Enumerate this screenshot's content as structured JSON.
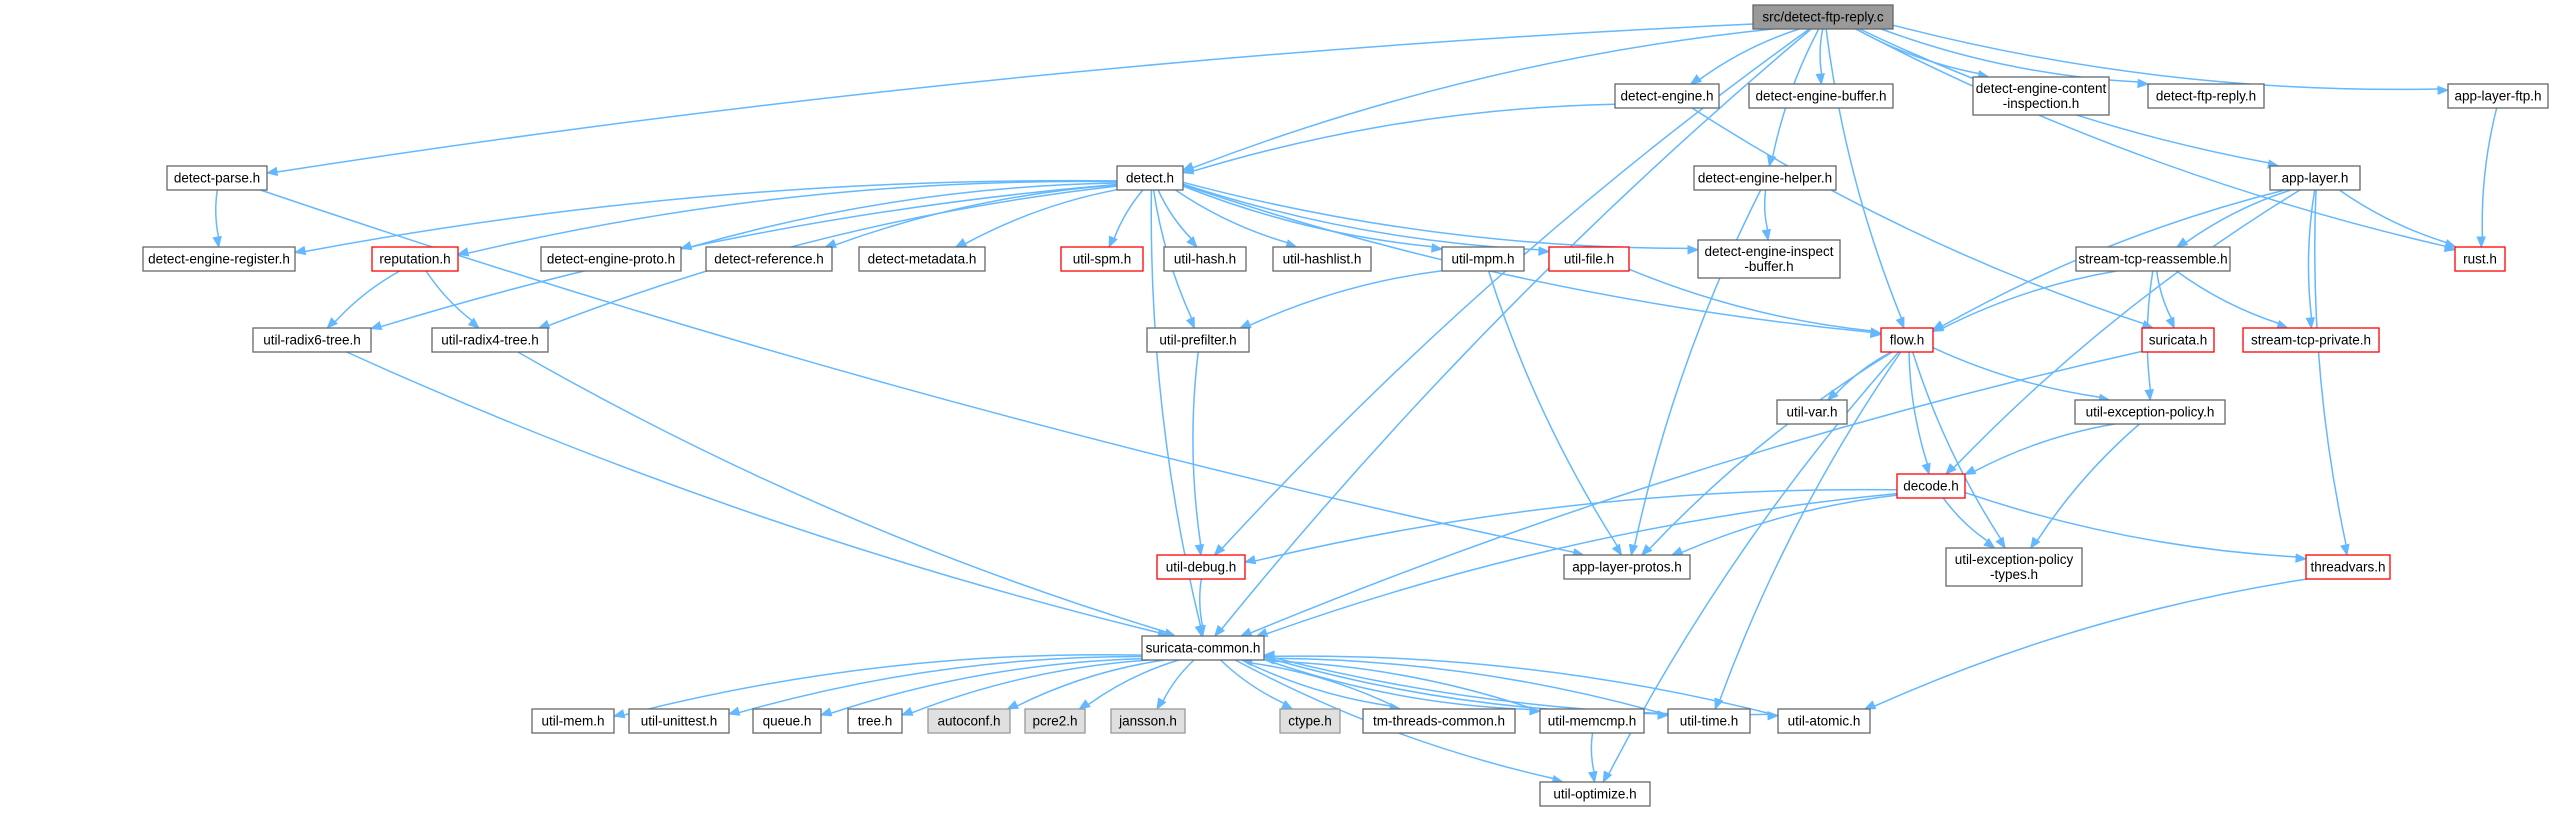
{
  "colors": {
    "edge": "#63b8ff",
    "node_fill": "#ffffff",
    "node_border": "#666666",
    "node_border_incomplete": "#ff0000",
    "node_fill_external": "#e0e0e0",
    "node_border_external": "#999999",
    "root_fill": "#999999",
    "root_border": "#666666"
  },
  "graph": {
    "title": "src/detect-ftp-reply.c",
    "nodes": [
      {
        "id": "root",
        "label": "src/detect-ftp-reply.c",
        "style": "root"
      },
      {
        "id": "detect-engine-h",
        "label": "detect-engine.h",
        "style": "normal"
      },
      {
        "id": "detect-engine-buffer-h",
        "label": "detect-engine-buffer.h",
        "style": "normal"
      },
      {
        "id": "detect-engine-content-inspection-h",
        "label": [
          "detect-engine-content",
          "-inspection.h"
        ],
        "style": "normal"
      },
      {
        "id": "detect-ftp-reply-h",
        "label": "detect-ftp-reply.h",
        "style": "normal"
      },
      {
        "id": "app-layer-ftp-h",
        "label": "app-layer-ftp.h",
        "style": "normal"
      },
      {
        "id": "detect-parse-h",
        "label": "detect-parse.h",
        "style": "normal"
      },
      {
        "id": "detect-h",
        "label": "detect.h",
        "style": "normal"
      },
      {
        "id": "detect-engine-helper-h",
        "label": "detect-engine-helper.h",
        "style": "normal"
      },
      {
        "id": "app-layer-h",
        "label": "app-layer.h",
        "style": "normal"
      },
      {
        "id": "detect-engine-register-h",
        "label": "detect-engine-register.h",
        "style": "normal"
      },
      {
        "id": "reputation-h",
        "label": "reputation.h",
        "style": "incomplete"
      },
      {
        "id": "detect-engine-proto-h",
        "label": "detect-engine-proto.h",
        "style": "normal"
      },
      {
        "id": "detect-reference-h",
        "label": "detect-reference.h",
        "style": "normal"
      },
      {
        "id": "detect-metadata-h",
        "label": "detect-metadata.h",
        "style": "normal"
      },
      {
        "id": "util-spm-h",
        "label": "util-spm.h",
        "style": "incomplete"
      },
      {
        "id": "util-hash-h",
        "label": "util-hash.h",
        "style": "normal"
      },
      {
        "id": "util-hashlist-h",
        "label": "util-hashlist.h",
        "style": "normal"
      },
      {
        "id": "util-mpm-h",
        "label": "util-mpm.h",
        "style": "normal"
      },
      {
        "id": "util-file-h",
        "label": "util-file.h",
        "style": "incomplete"
      },
      {
        "id": "detect-engine-inspect-buffer-h",
        "label": [
          "detect-engine-inspect",
          "-buffer.h"
        ],
        "style": "normal"
      },
      {
        "id": "stream-tcp-reassemble-h",
        "label": "stream-tcp-reassemble.h",
        "style": "normal"
      },
      {
        "id": "rust-h",
        "label": "rust.h",
        "style": "incomplete"
      },
      {
        "id": "util-radix6-tree-h",
        "label": "util-radix6-tree.h",
        "style": "normal"
      },
      {
        "id": "util-radix4-tree-h",
        "label": "util-radix4-tree.h",
        "style": "normal"
      },
      {
        "id": "util-prefilter-h",
        "label": "util-prefilter.h",
        "style": "normal"
      },
      {
        "id": "flow-h",
        "label": "flow.h",
        "style": "incomplete"
      },
      {
        "id": "suricata-h",
        "label": "suricata.h",
        "style": "incomplete"
      },
      {
        "id": "stream-tcp-private-h",
        "label": "stream-tcp-private.h",
        "style": "incomplete"
      },
      {
        "id": "util-var-h",
        "label": "util-var.h",
        "style": "normal"
      },
      {
        "id": "util-exception-policy-h",
        "label": "util-exception-policy.h",
        "style": "normal"
      },
      {
        "id": "decode-h",
        "label": "decode.h",
        "style": "incomplete"
      },
      {
        "id": "util-debug-h",
        "label": "util-debug.h",
        "style": "incomplete"
      },
      {
        "id": "app-layer-protos-h",
        "label": "app-layer-protos.h",
        "style": "normal"
      },
      {
        "id": "util-exception-policy-types-h",
        "label": [
          "util-exception-policy",
          "-types.h"
        ],
        "style": "normal"
      },
      {
        "id": "threadvars-h",
        "label": "threadvars.h",
        "style": "incomplete"
      },
      {
        "id": "suricata-common-h",
        "label": "suricata-common.h",
        "style": "normal"
      },
      {
        "id": "util-mem-h",
        "label": "util-mem.h",
        "style": "normal"
      },
      {
        "id": "util-unittest-h",
        "label": "util-unittest.h",
        "style": "normal"
      },
      {
        "id": "queue-h",
        "label": "queue.h",
        "style": "normal"
      },
      {
        "id": "tree-h",
        "label": "tree.h",
        "style": "normal"
      },
      {
        "id": "autoconf-h",
        "label": "autoconf.h",
        "style": "external"
      },
      {
        "id": "pcre2-h",
        "label": "pcre2.h",
        "style": "external"
      },
      {
        "id": "jansson-h",
        "label": "jansson.h",
        "style": "external"
      },
      {
        "id": "ctype-h",
        "label": "ctype.h",
        "style": "external"
      },
      {
        "id": "tm-threads-common-h",
        "label": "tm-threads-common.h",
        "style": "normal"
      },
      {
        "id": "util-memcmp-h",
        "label": "util-memcmp.h",
        "style": "normal"
      },
      {
        "id": "util-time-h",
        "label": "util-time.h",
        "style": "normal"
      },
      {
        "id": "util-atomic-h",
        "label": "util-atomic.h",
        "style": "normal"
      },
      {
        "id": "util-optimize-h",
        "label": "util-optimize.h",
        "style": "normal"
      }
    ],
    "edges": [
      [
        "root",
        "detect-engine-h"
      ],
      [
        "root",
        "detect-engine-buffer-h"
      ],
      [
        "root",
        "detect-engine-content-inspection-h"
      ],
      [
        "root",
        "detect-ftp-reply-h"
      ],
      [
        "root",
        "app-layer-ftp-h"
      ],
      [
        "root",
        "detect-parse-h"
      ],
      [
        "root",
        "detect-h"
      ],
      [
        "root",
        "detect-engine-helper-h"
      ],
      [
        "root",
        "app-layer-h"
      ],
      [
        "root",
        "flow-h"
      ],
      [
        "root",
        "rust-h"
      ],
      [
        "root",
        "util-debug-h"
      ],
      [
        "root",
        "suricata-common-h"
      ],
      [
        "detect-engine-h",
        "detect-h"
      ],
      [
        "detect-engine-h",
        "suricata-h"
      ],
      [
        "app-layer-ftp-h",
        "rust-h"
      ],
      [
        "detect-parse-h",
        "detect-engine-register-h"
      ],
      [
        "detect-parse-h",
        "app-layer-protos-h"
      ],
      [
        "detect-engine-helper-h",
        "detect-engine-inspect-buffer-h"
      ],
      [
        "detect-engine-helper-h",
        "app-layer-protos-h"
      ],
      [
        "detect-h",
        "detect-engine-register-h"
      ],
      [
        "detect-h",
        "reputation-h"
      ],
      [
        "detect-h",
        "detect-engine-proto-h"
      ],
      [
        "detect-h",
        "detect-reference-h"
      ],
      [
        "detect-h",
        "detect-metadata-h"
      ],
      [
        "detect-h",
        "util-spm-h"
      ],
      [
        "detect-h",
        "util-hash-h"
      ],
      [
        "detect-h",
        "util-hashlist-h"
      ],
      [
        "detect-h",
        "util-mpm-h"
      ],
      [
        "detect-h",
        "util-file-h"
      ],
      [
        "detect-h",
        "detect-engine-inspect-buffer-h"
      ],
      [
        "detect-h",
        "flow-h"
      ],
      [
        "detect-h",
        "util-radix6-tree-h"
      ],
      [
        "detect-h",
        "util-radix4-tree-h"
      ],
      [
        "detect-h",
        "util-prefilter-h"
      ],
      [
        "detect-h",
        "suricata-common-h"
      ],
      [
        "app-layer-h",
        "flow-h"
      ],
      [
        "app-layer-h",
        "stream-tcp-reassemble-h"
      ],
      [
        "app-layer-h",
        "stream-tcp-private-h"
      ],
      [
        "app-layer-h",
        "rust-h"
      ],
      [
        "app-layer-h",
        "decode-h"
      ],
      [
        "app-layer-h",
        "threadvars-h"
      ],
      [
        "reputation-h",
        "util-radix6-tree-h"
      ],
      [
        "reputation-h",
        "util-radix4-tree-h"
      ],
      [
        "util-mpm-h",
        "util-prefilter-h"
      ],
      [
        "util-mpm-h",
        "app-layer-protos-h"
      ],
      [
        "util-file-h",
        "flow-h"
      ],
      [
        "stream-tcp-reassemble-h",
        "flow-h"
      ],
      [
        "stream-tcp-reassemble-h",
        "suricata-h"
      ],
      [
        "stream-tcp-reassemble-h",
        "stream-tcp-private-h"
      ],
      [
        "stream-tcp-reassemble-h",
        "util-exception-policy-h"
      ],
      [
        "util-radix6-tree-h",
        "suricata-common-h"
      ],
      [
        "util-radix4-tree-h",
        "suricata-common-h"
      ],
      [
        "util-prefilter-h",
        "util-debug-h"
      ],
      [
        "flow-h",
        "util-var-h"
      ],
      [
        "flow-h",
        "util-exception-policy-h"
      ],
      [
        "flow-h",
        "decode-h"
      ],
      [
        "flow-h",
        "app-layer-protos-h"
      ],
      [
        "flow-h",
        "util-exception-policy-types-h"
      ],
      [
        "flow-h",
        "util-time-h"
      ],
      [
        "flow-h",
        "util-optimize-h"
      ],
      [
        "suricata-h",
        "suricata-common-h"
      ],
      [
        "util-exception-policy-h",
        "decode-h"
      ],
      [
        "util-exception-policy-h",
        "util-exception-policy-types-h"
      ],
      [
        "decode-h",
        "util-debug-h"
      ],
      [
        "decode-h",
        "app-layer-protos-h"
      ],
      [
        "decode-h",
        "util-exception-policy-types-h"
      ],
      [
        "decode-h",
        "threadvars-h"
      ],
      [
        "decode-h",
        "suricata-common-h"
      ],
      [
        "util-debug-h",
        "suricata-common-h"
      ],
      [
        "threadvars-h",
        "util-atomic-h"
      ],
      [
        "suricata-common-h",
        "util-mem-h"
      ],
      [
        "suricata-common-h",
        "util-unittest-h"
      ],
      [
        "suricata-common-h",
        "queue-h"
      ],
      [
        "suricata-common-h",
        "tree-h"
      ],
      [
        "suricata-common-h",
        "autoconf-h"
      ],
      [
        "suricata-common-h",
        "pcre2-h"
      ],
      [
        "suricata-common-h",
        "jansson-h"
      ],
      [
        "suricata-common-h",
        "ctype-h"
      ],
      [
        "suricata-common-h",
        "tm-threads-common-h"
      ],
      [
        "suricata-common-h",
        "util-memcmp-h"
      ],
      [
        "suricata-common-h",
        "util-time-h"
      ],
      [
        "suricata-common-h",
        "util-atomic-h"
      ],
      [
        "suricata-common-h",
        "util-optimize-h"
      ],
      [
        "tm-threads-common-h",
        "suricata-common-h"
      ],
      [
        "util-memcmp-h",
        "suricata-common-h"
      ],
      [
        "util-memcmp-h",
        "util-optimize-h"
      ],
      [
        "util-time-h",
        "suricata-common-h"
      ],
      [
        "util-atomic-h",
        "suricata-common-h"
      ]
    ]
  }
}
